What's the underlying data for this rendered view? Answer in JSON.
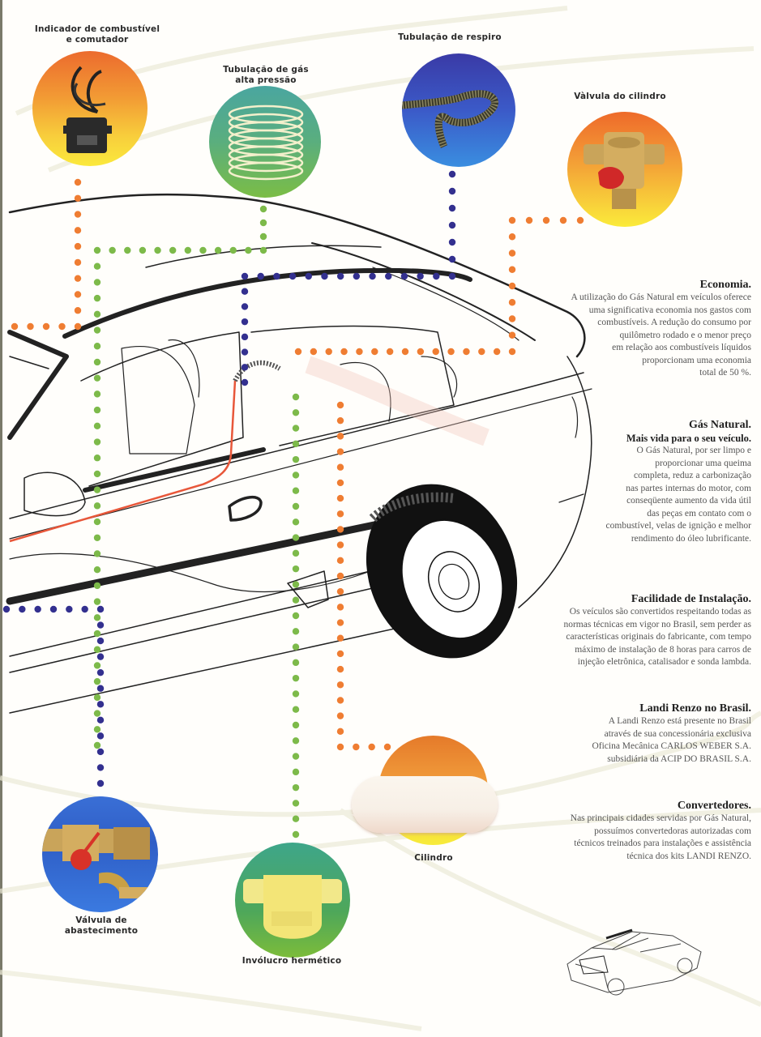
{
  "components": {
    "fuel_indicator": {
      "label_line1": "Indicador de combustível",
      "label_line2": "e comutador"
    },
    "high_pressure_tube": {
      "label_line1": "Tubulação de gás",
      "label_line2": "alta pressão"
    },
    "vent_tube": {
      "label": "Tubulação de respiro"
    },
    "cylinder_valve": {
      "label": "Vàlvula do cilindro"
    },
    "filling_valve": {
      "label_line1": "Válvula de",
      "label_line2": "abastecimento"
    },
    "hermetic_housing": {
      "label": "Invólucro hermético"
    },
    "cylinder": {
      "label": "Cilindro"
    }
  },
  "colors": {
    "orange_dots": "#ef7d32",
    "green_dots": "#7dba4a",
    "blue_dots": "#33308f",
    "fuel_line": "#e8573a"
  },
  "sections": [
    {
      "title": "Economia.",
      "lines": [
        "A utilização do Gás Natural em veículos oferece",
        "uma significativa economia nos gastos com",
        "combustíveis. A redução do consumo por",
        "quilômetro rodado e o menor preço",
        "em relação aos combustíveis líquidos",
        "proporcionam uma economia",
        "total de 50 %."
      ]
    },
    {
      "title": "Gás Natural.",
      "subtitle": "Mais vida para o seu veículo.",
      "lines": [
        "O Gás Natural, por ser limpo e",
        "proporcionar uma queima",
        "completa, reduz a carbonização",
        "nas partes internas do motor, com",
        "conseqüente aumento da vida útil",
        "das peças em contato com o",
        "combustível, velas de ignição e melhor",
        "rendimento do óleo lubrificante."
      ]
    },
    {
      "title": "Facilidade de Instalação.",
      "lines": [
        "Os veículos são convertidos respeitando todas as",
        "normas técnicas em vigor no Brasil, sem perder as",
        "características originais do fabricante, com tempo",
        "máximo de instalação de 8 horas para carros de",
        "injeção eletrônica, catalisador e sonda lambda."
      ]
    },
    {
      "title": "Landi Renzo no Brasil.",
      "lines": [
        "A Landi Renzo está presente no Brasil",
        "através de sua concessionária exclusiva",
        "Oficina Mecânica CARLOS WEBER S.A.",
        "subsidiária da ACIP DO BRASIL S.A."
      ]
    },
    {
      "title": "Convertedores.",
      "lines": [
        "Nas principais cidades servidas por Gás Natural,",
        "possuímos convertedoras autorizadas com",
        "técnicos treinados para instalações e assistência",
        "técnica dos kits LANDI RENZO."
      ]
    }
  ]
}
